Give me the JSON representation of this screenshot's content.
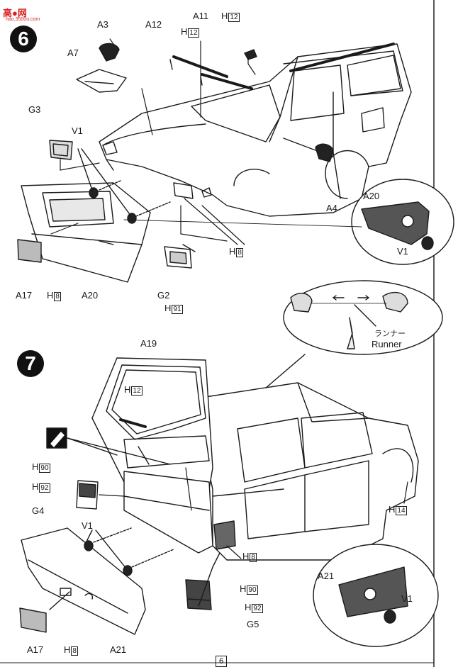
{
  "watermark": {
    "title": "高●网",
    "url": "hao.3500u.com"
  },
  "page_number": "6",
  "step6": {
    "number": "6",
    "labels": {
      "a3": "A3",
      "a12": "A12",
      "a11": "A11",
      "h12": "H",
      "h12_code": "12",
      "h12b": "H",
      "h12b_code": "12",
      "a7": "A7",
      "g3": "G3",
      "v1": "V1",
      "a4": "A4",
      "a17": "A17",
      "h8a": "H",
      "h8a_code": "8",
      "a20": "A20",
      "g2": "G2",
      "h91": "H",
      "h91_code": "91",
      "h8b": "H",
      "h8b_code": "8"
    },
    "detail": {
      "a20": "A20",
      "v1": "V1"
    }
  },
  "runner_detail": {
    "japanese": "ランナー",
    "english": "Runner"
  },
  "step7": {
    "number": "7",
    "labels": {
      "a19": "A19",
      "h12": "H",
      "h12_code": "12",
      "h90": "H",
      "h90_code": "90",
      "h92": "H",
      "h92_code": "92",
      "g4": "G4",
      "v1": "V1",
      "h14": "H",
      "h14_code": "14",
      "h8": "H",
      "h8_code": "8",
      "a17": "A17",
      "h8b": "H",
      "h8b_code": "8",
      "a21": "A21",
      "h90b": "H",
      "h90b_code": "90",
      "h92b": "H",
      "h92b_code": "92",
      "g5": "G5"
    },
    "detail": {
      "a21": "A21",
      "v1": "V1"
    }
  }
}
